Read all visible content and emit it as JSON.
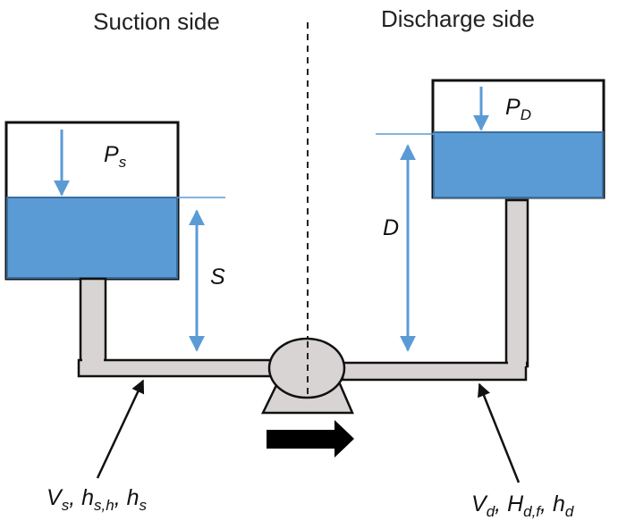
{
  "headers": {
    "suction": "Suction side",
    "discharge": "Discharge side"
  },
  "labels": {
    "suction_pressure": {
      "main": "P",
      "sub": "s"
    },
    "discharge_pressure": {
      "main": "P",
      "sub": "D"
    },
    "suction_height": "S",
    "discharge_height": "D",
    "suction_vars": [
      {
        "main": "V",
        "sub": "s",
        "sep": ", "
      },
      {
        "main": "h",
        "sub": "s,h",
        "sep": ", "
      },
      {
        "main": "h",
        "sub": "s",
        "sep": ""
      }
    ],
    "discharge_vars": [
      {
        "main": "V",
        "sub": "d",
        "sep": ", "
      },
      {
        "main": "H",
        "sub": "d,f",
        "sep": ", "
      },
      {
        "main": "h",
        "sub": "d",
        "sep": ""
      }
    ]
  },
  "colors": {
    "water": "#5b9bd5",
    "accent": "#5b9bd5",
    "pipe": "#d9d4d4",
    "outline": "#111111"
  }
}
